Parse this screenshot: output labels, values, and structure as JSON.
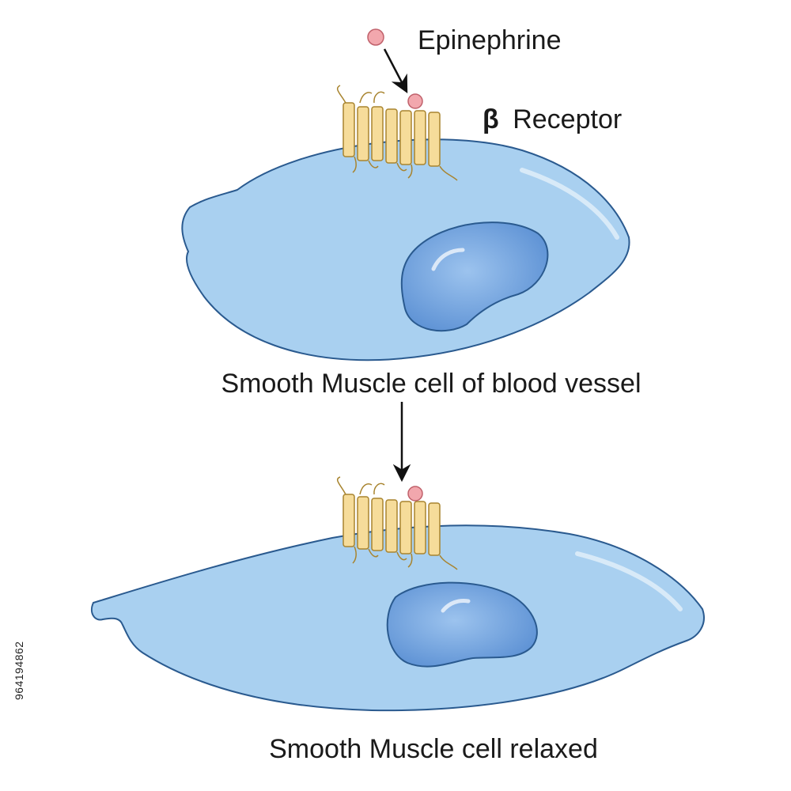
{
  "labels": {
    "ligand": "Epinephrine",
    "receptor_symbol": "β",
    "receptor": "Receptor",
    "top_cell_caption": "Smooth Muscle cell of blood vessel",
    "bottom_cell_caption": "Smooth Muscle cell relaxed"
  },
  "side_id": "964194862",
  "colors": {
    "cell_fill": "#a9d0f0",
    "cell_stroke": "#2a5a8f",
    "nucleus_fill": "#6a9fdc",
    "receptor_fill": "#f6dc9a",
    "receptor_stroke": "#a8842f",
    "ligand_fill": "#f2a7ad",
    "ligand_stroke": "#c0616b",
    "arrow": "#111111"
  }
}
